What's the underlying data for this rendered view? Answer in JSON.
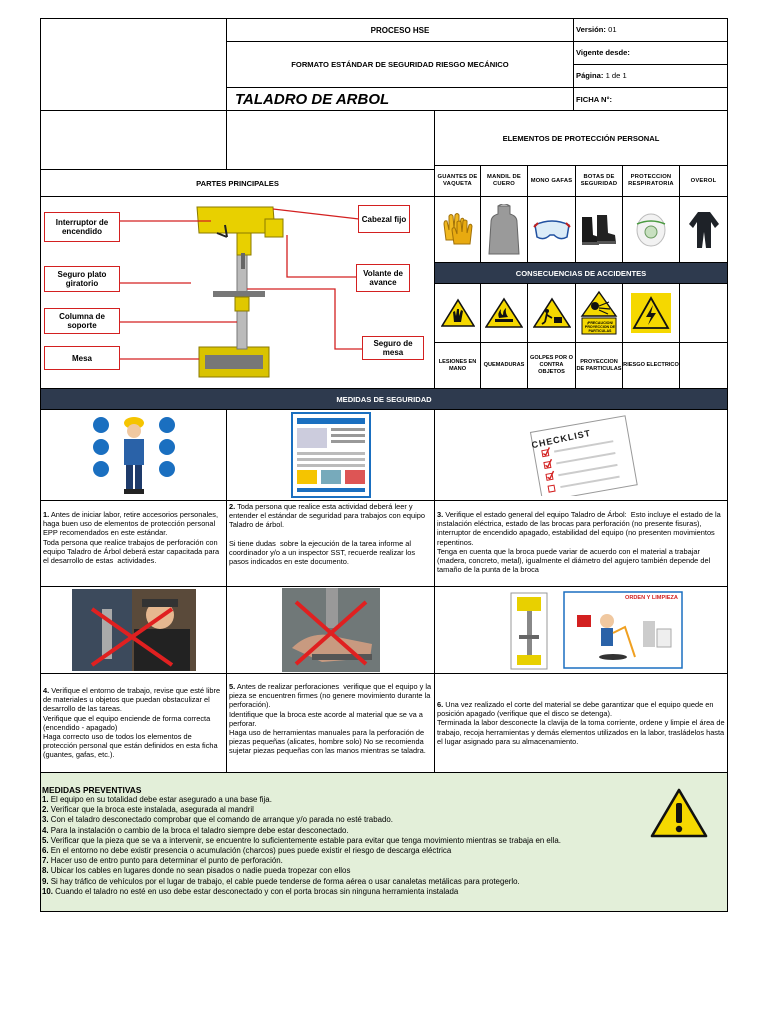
{
  "header": {
    "process": "PROCESO HSE",
    "format": "FORMATO ESTÁNDAR DE SEGURIDAD RIESGO MECÁNICO",
    "title": "TALADRO DE ARBOL",
    "version_label": "Versión:",
    "version_value": "01",
    "vigente_label": "Vigente desde:",
    "page_label": "Página:",
    "page_value": "1 de 1",
    "ficha_label": "FICHA N°:"
  },
  "parts": {
    "heading": "PARTES PRINCIPALES",
    "callouts": [
      "Interruptor de encendido",
      "Seguro plato giratorio",
      "Columna de soporte",
      "Mesa",
      "Cabezal fijo",
      "Volante de avance",
      "Seguro de mesa"
    ]
  },
  "epp": {
    "heading": "ELEMENTOS DE PROTECCIÓN PERSONAL",
    "items": [
      {
        "label": "GUANTES DE VAQUETA",
        "icon": "gloves-icon"
      },
      {
        "label": "MANDIL DE CUERO",
        "icon": "apron-icon"
      },
      {
        "label": "MONO GAFAS",
        "icon": "goggles-icon"
      },
      {
        "label": "BOTAS DE SEGURIDAD",
        "icon": "boots-icon"
      },
      {
        "label": "PROTECCION RESPIRATORIA",
        "icon": "respirator-icon"
      },
      {
        "label": "OVEROL",
        "icon": "coverall-icon"
      }
    ]
  },
  "consequences": {
    "heading": "CONSECUENCIAS DE ACCIDENTES",
    "items": [
      {
        "label": "LESIONES EN MANO",
        "icon": "hand-injury-icon"
      },
      {
        "label": "QUEMADURAS",
        "icon": "burn-icon"
      },
      {
        "label": "GOLPES POR O CONTRA OBJETOS",
        "icon": "struck-by-icon"
      },
      {
        "label": "PROYECCION DE PARTICULAS",
        "icon": "particles-icon"
      },
      {
        "label": "RIESGO ELECTRICO",
        "icon": "electric-icon"
      }
    ],
    "particles_sign_text": "¡PRECAUCION! PROYECCION DE PARTICULAS"
  },
  "medidas": {
    "heading": "MEDIDAS DE SEGURIDAD",
    "checklist_word": "CHECKLIST",
    "orden_title": "ORDEN Y LIMPIEZA",
    "m1": {
      "num": "1.",
      "text": " Antes de iniciar labor, retire accesorios personales, haga buen uso de elementos de protección personal EPP recomendados en este estándar.\nToda persona que realice trabajos de perforación con equipo Taladro de Árbol deberá estar capacitada para el desarrollo de estas  actividades."
    },
    "m2": {
      "num": "2.",
      "text": " Toda persona que realice esta actividad deberá leer y entender el estándar de seguridad para trabajos con equipo Taladro de árbol.\n\nSi tiene dudas  sobre la ejecución de la tarea informe al coordinador y/o a un inspector SST, recuerde realizar los pasos indicados en este documento."
    },
    "m3": {
      "num": "3.",
      "text": " Verifique el estado general del equipo Taladro de Árbol:  Esto incluye el estado de la instalación eléctrica, estado de las brocas para perforación (no presente fisuras), interruptor de encendido apagado, estabilidad del equipo (no presenten movimientos repentinos.\nTenga en cuenta que la broca puede variar de acuerdo con el material a trabajar (madera, concreto, metal), igualmente el diámetro del agujero también depende del tamaño de la punta de la broca"
    },
    "m4": {
      "num": "4.",
      "text": " Verifique el entorno de trabajo, revise que esté libre de materiales u objetos que puedan obstaculizar el desarrollo de las tareas.\nVerifique que el equipo enciende de forma correcta (encendido - apagado)\nHaga correcto uso de todos los elementos de protección personal que están definidos en esta ficha (guantes, gafas, etc.)."
    },
    "m5": {
      "num": "5.",
      "text": " Antes de realizar perforaciones  verifique que el equipo y la pieza se encuentren firmes (no genere movimiento durante la perforación).\nIdentifique que la broca este acorde al material que se va a perforar.\nHaga uso de herramientas manuales para la perforación de piezas pequeñas (alicates, hombre solo) No se recomienda sujetar piezas pequeñas con las manos mientras se taladra."
    },
    "m6": {
      "num": "6.",
      "text": " Una vez realizado el corte del material se debe garantizar que el equipo quede en posición apagado (verifique que el disco se detenga).\nTerminada la labor desconecte la clavija de la toma corriente, ordene y limpie el área de trabajo, recoja herramientas y demás elementos utilizados en la labor, trasládelos hasta el lugar asignado para su almacenamiento."
    }
  },
  "preventivas": {
    "heading": "MEDIDAS PREVENTIVAS",
    "items": [
      {
        "num": "1.",
        "text": " El equipo en su totalidad debe estar asegurado a una base fija."
      },
      {
        "num": "2.",
        "text": " Verificar que la broca este instalada, asegurada al mandril"
      },
      {
        "num": "3.",
        "text": " Con el taladro desconectado comprobar que el comando de arranque y/o parada no esté trabado."
      },
      {
        "num": "4.",
        "text": " Para la instalación o cambio de la broca el taladro siempre debe estar desconectado."
      },
      {
        "num": "5.",
        "text": " Verificar que la pieza que se va a intervenir, se encuentre lo suficientemente estable para evitar que tenga movimiento mientras se trabaja en ella."
      },
      {
        "num": "6.",
        "text": " En el entorno no debe existir presencia o acumulación (charcos) pues puede existir el riesgo de descarga eléctrica"
      },
      {
        "num": "7.",
        "text": " Hacer uso de entro punto para determinar el punto de perforación."
      },
      {
        "num": "8.",
        "text": " Ubicar los cables en lugares donde no sean pisados o nadie pueda tropezar con ellos"
      },
      {
        "num": "9.",
        "text": " Si hay tráfico de vehículos por el lugar de trabajo, el cable puede tenderse de forma aérea o usar canaletas metálicas para protegerlo."
      },
      {
        "num": "10.",
        "text": " Cuando el taladro no esté en uso debe estar desconectado y con el porta brocas sin ninguna herramienta instalada"
      }
    ]
  },
  "colors": {
    "dark_band": "#2e3a4e",
    "preventive_bg": "#e3efd9",
    "callout_red": "#d32020",
    "warning_yellow": "#f5d800"
  }
}
